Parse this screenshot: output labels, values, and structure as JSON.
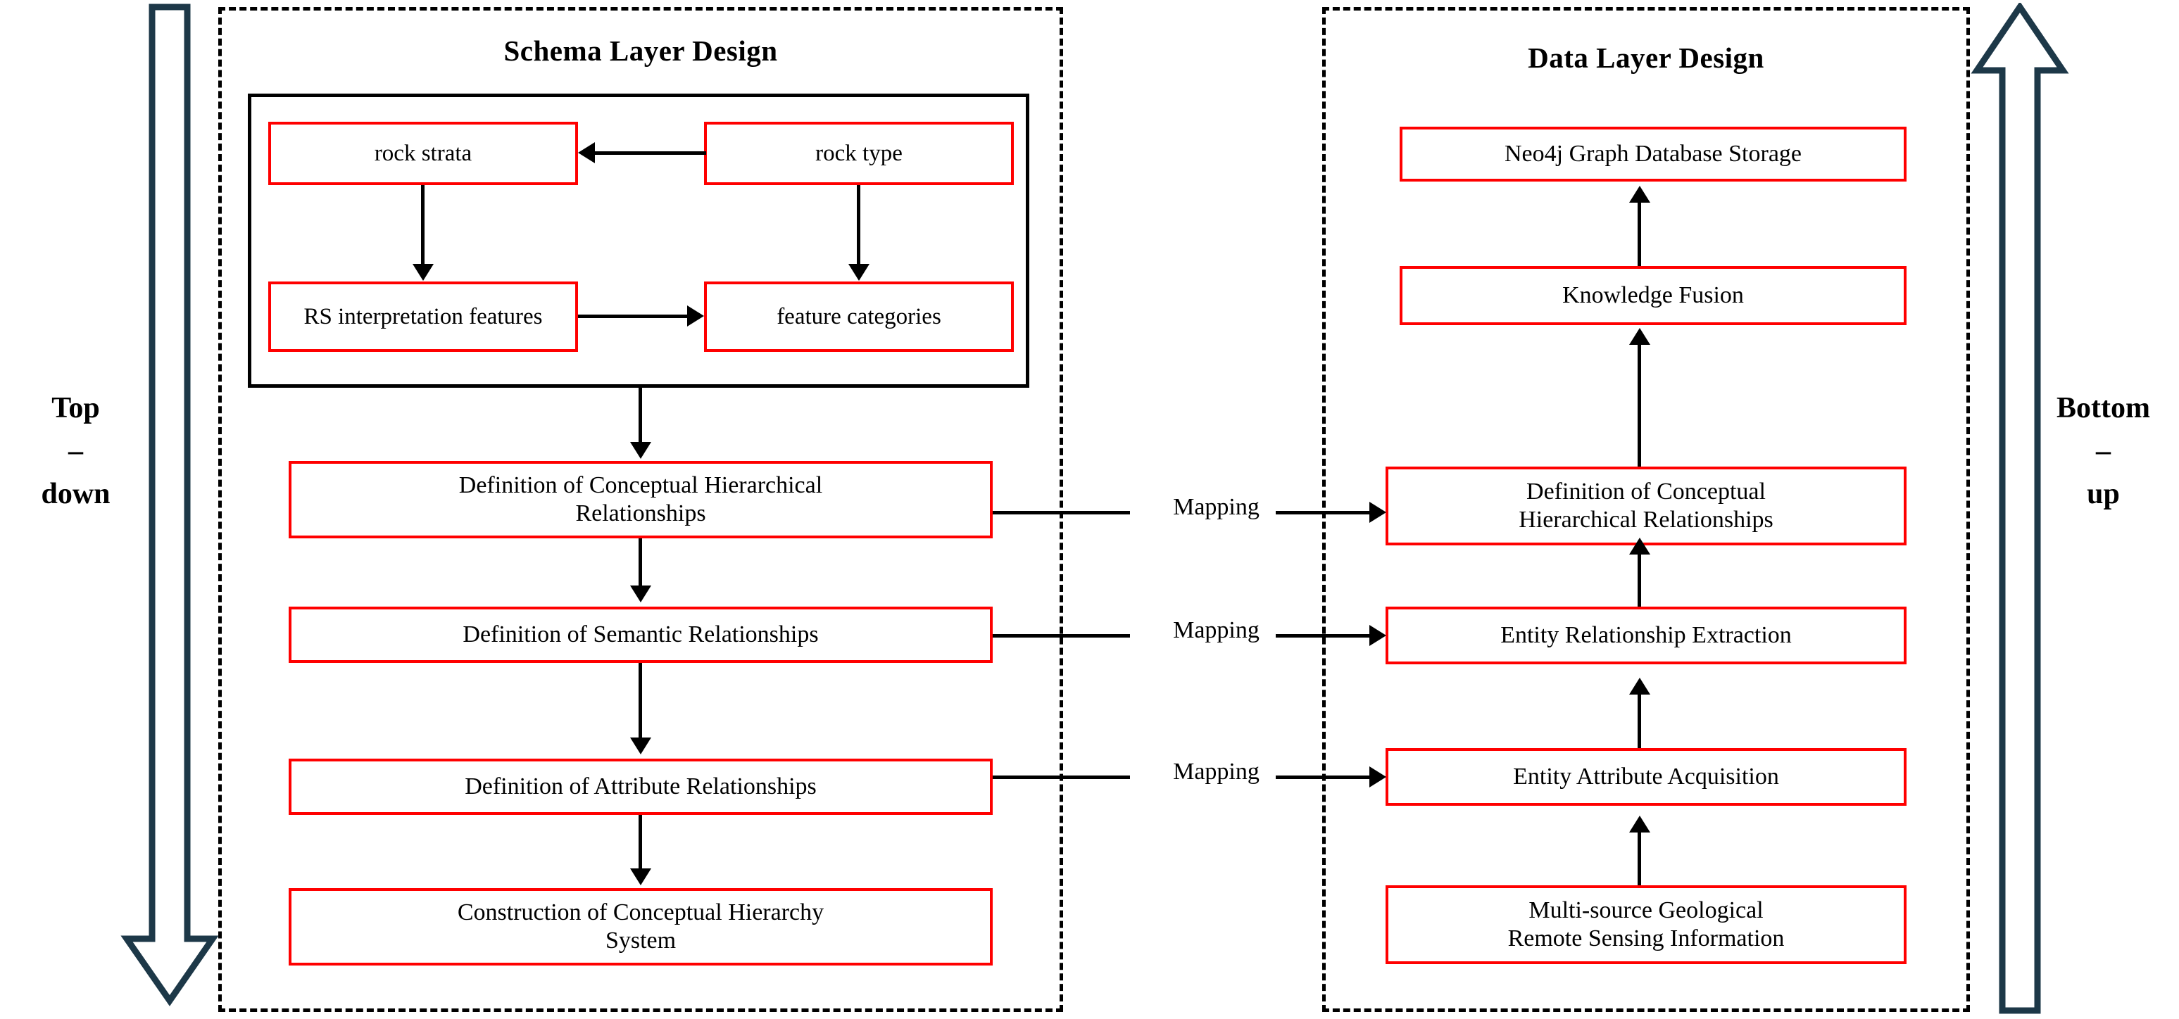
{
  "diagram": {
    "title_schema": "Schema Layer Design",
    "title_data": "Data Layer Design",
    "side_arrows": {
      "left_label": "Top\n–\ndown",
      "left_label_line1": "Top",
      "left_label_line2": "–",
      "left_label_line3": "down",
      "left_direction": "down",
      "right_label_line1": "Bottom",
      "right_label_line2": "–",
      "right_label_line3": "up",
      "right_direction": "up"
    },
    "colors": {
      "node_border": "#ff0000",
      "panel_border": "#000000",
      "connector": "#000000",
      "side_arrow_stroke": "#1d3848",
      "background": "#ffffff"
    },
    "schema_layer": {
      "inner_group_nodes": [
        {
          "id": "rock-strata",
          "label": "rock strata"
        },
        {
          "id": "rock-type",
          "label": "rock type"
        },
        {
          "id": "rs-interpretation-features",
          "label": "RS interpretation features"
        },
        {
          "id": "feature-categories",
          "label": "feature categories"
        }
      ],
      "stack_nodes": [
        {
          "id": "definition-conceptual-hierarchical-relationships",
          "line1": "Definition  of Conceptual Hierarchical",
          "line2": "Relationships"
        },
        {
          "id": "definition-semantic-relationships",
          "line1": "Definition  of Semantic  Relationships",
          "line2": ""
        },
        {
          "id": "definition-attribute-relationships",
          "line1": "Definition  of Attribute  Relationships",
          "line2": ""
        },
        {
          "id": "construction-conceptual-hierarchy-system",
          "line1": "Construction of Conceptual Hierarchy",
          "line2": "System"
        }
      ]
    },
    "data_layer": {
      "stack_nodes": [
        {
          "id": "neo4j-graph-database-storage",
          "line1": "Neo4j  Graph Database  Storage",
          "line2": ""
        },
        {
          "id": "knowledge-fusion",
          "line1": "Knowledge  Fusion",
          "line2": ""
        },
        {
          "id": "definition-conceptual-hierarchical-relationships",
          "line1": "Definition  of Conceptual",
          "line2": "Hierarchical  Relationships"
        },
        {
          "id": "entity-relationship-extraction",
          "line1": "Entity  Relationship  Extraction",
          "line2": ""
        },
        {
          "id": "entity-attribute-acquisition",
          "line1": "Entity  Attribute  Acquisition",
          "line2": ""
        },
        {
          "id": "multi-source-geological-remote-sensing-information",
          "line1": "Multi-source  Geological",
          "line2": "Remote Sensing  Information"
        }
      ]
    },
    "mappings": [
      {
        "label": "Mapping",
        "from": "definition-conceptual-hierarchical-relationships",
        "to": "definition-conceptual-hierarchical-relationships"
      },
      {
        "label": "Mapping",
        "from": "definition-semantic-relationships",
        "to": "entity-relationship-extraction"
      },
      {
        "label": "Mapping",
        "from": "definition-attribute-relationships",
        "to": "entity-attribute-acquisition"
      }
    ]
  }
}
